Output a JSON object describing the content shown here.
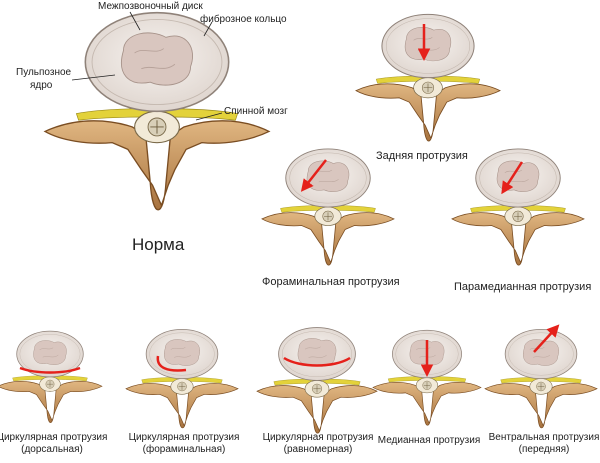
{
  "labels": {
    "disc": "Межпозвоночный диск",
    "annulus": "фиброзное кольцо",
    "nucleus_line1": "Пульпозное",
    "nucleus_line2": "ядро",
    "spinal_cord": "Спинной мозг",
    "normal": "Норма",
    "posterior": "Задняя протрузия",
    "foraminal": "Фораминальная протрузия",
    "paramedian": "Парамедианная протрузия",
    "circ_dorsal_1": "Циркулярная протрузия",
    "circ_dorsal_2": "(дорсальная)",
    "circ_foraminal_1": "Циркулярная протрузия",
    "circ_foraminal_2": "(фораминальная)",
    "circ_uniform_1": "Циркулярная протрузия",
    "circ_uniform_2": "(равномерная)",
    "median": "Медианная протрузия",
    "ventral_1": "Вентральная протрузия",
    "ventral_2": "(передняя)"
  },
  "colors": {
    "disc_outer": "#e9e1db",
    "disc_edge": "#8f8279",
    "nucleus": "#d9c6bf",
    "bone": "#c9975f",
    "bone_dark": "#8a5a2b",
    "ligament": "#e3d23a",
    "arrow": "#e5211b"
  },
  "icons": [
    "arrow-icon"
  ]
}
